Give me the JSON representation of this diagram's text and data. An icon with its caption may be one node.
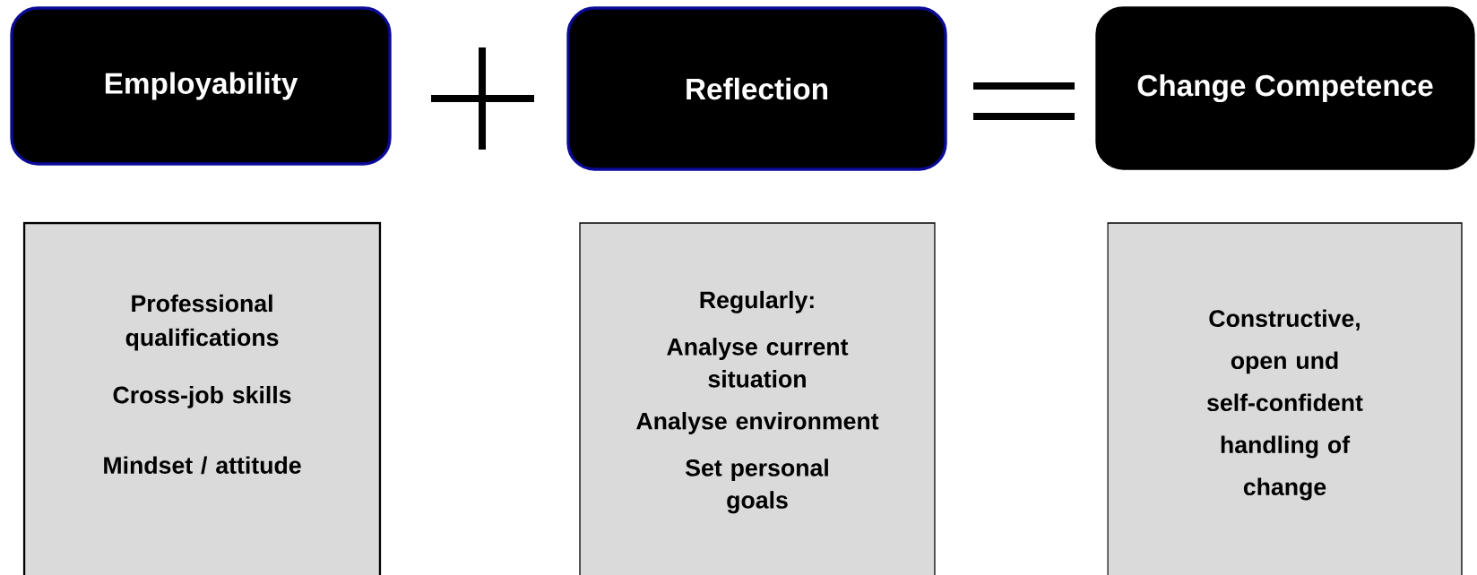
{
  "diagram": {
    "nodes": [
      {
        "text": [
          "Employability"
        ]
      },
      {
        "text": [
          "Reflection"
        ]
      },
      {
        "text": [
          "Change Competence"
        ]
      },
      {
        "text": [
          "Professional qualifications",
          "Cross-job skills",
          "Mindset / attitude"
        ]
      },
      {
        "text": [
          "Regularly:",
          "Analyse current situation",
          "Analyse environment",
          "Set personal goals"
        ]
      },
      {
        "text": [
          "Constructive, open und self-confident handling of change"
        ]
      }
    ]
  }
}
